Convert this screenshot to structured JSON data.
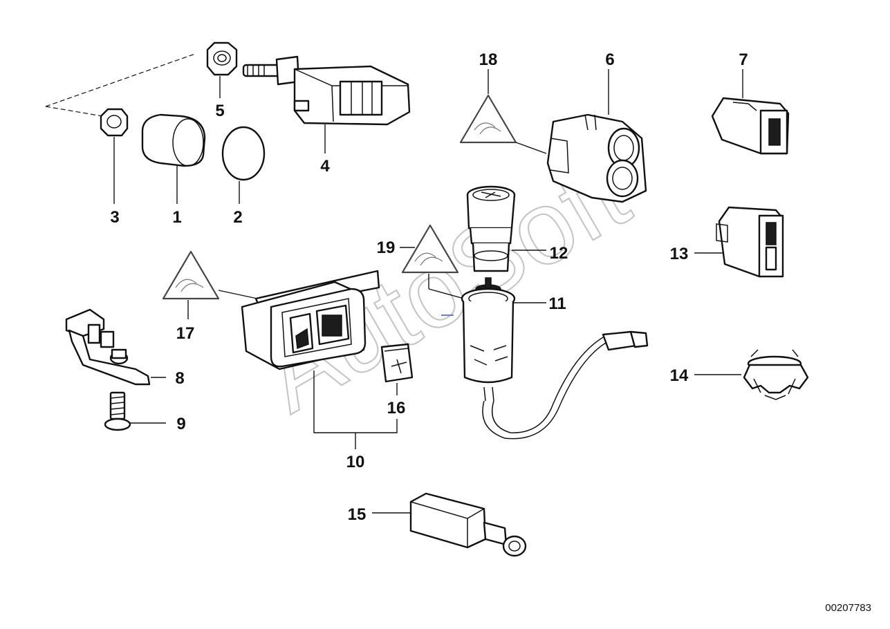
{
  "diagram": {
    "reference_number": "00207783",
    "watermark": "AutoSoft",
    "callouts": [
      "1",
      "2",
      "3",
      "4",
      "5",
      "6",
      "7",
      "8",
      "9",
      "10",
      "11",
      "12",
      "13",
      "14",
      "15",
      "16",
      "17",
      "18",
      "19"
    ]
  }
}
